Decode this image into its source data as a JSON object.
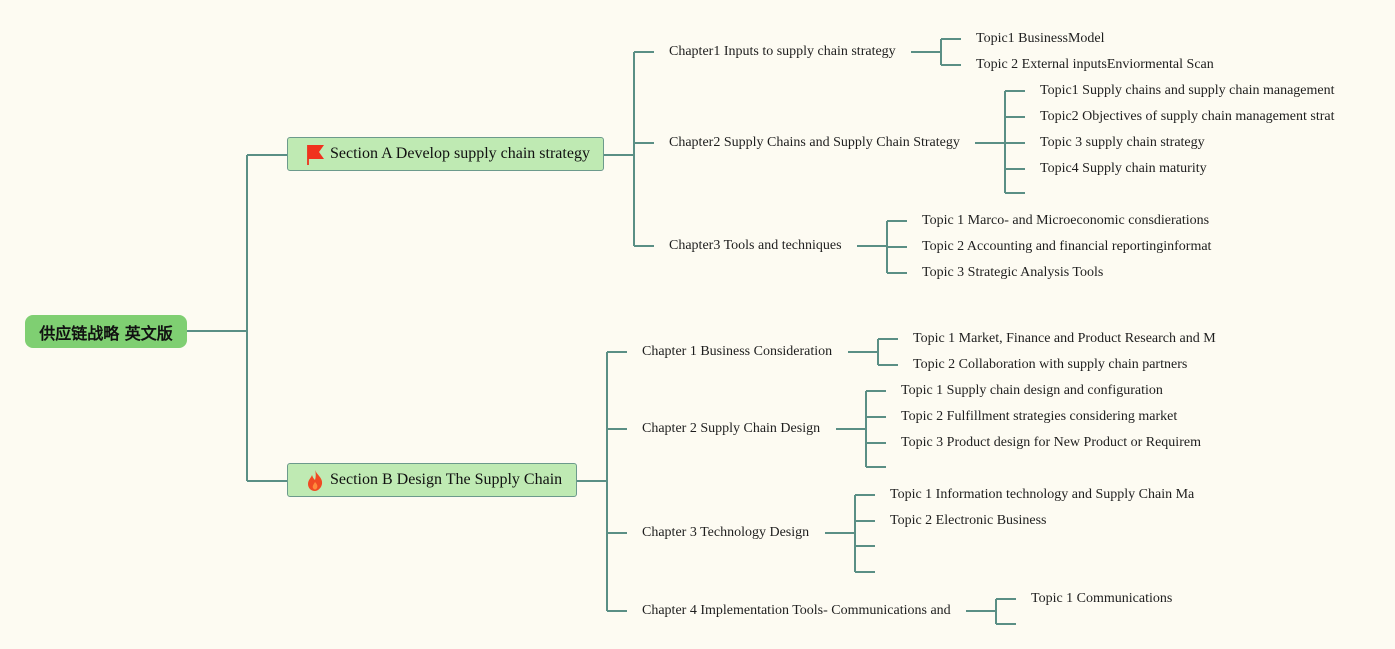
{
  "root": {
    "label": "供应链战略 英文版",
    "color": "#7fcf72"
  },
  "sections": [
    {
      "id": "secA",
      "label": "Section A Develop supply chain strategy",
      "icon": "flag-icon",
      "chapters": [
        {
          "label": "Chapter1 Inputs to supply chain strategy",
          "topics": [
            "Topic1 BusinessModel",
            "Topic 2 External inputsEnviormental Scan"
          ]
        },
        {
          "label": "Chapter2 Supply Chains and Supply Chain Strategy",
          "topics": [
            "Topic1 Supply chains and supply chain management",
            "Topic2 Objectives of supply chain management strat",
            "Topic 3 supply chain strategy",
            "Topic4 Supply chain maturity",
            ""
          ]
        },
        {
          "label": "Chapter3 Tools and techniques",
          "topics": [
            "Topic 1 Marco- and Microeconomic consdierations",
            "Topic 2 Accounting and financial reportinginformat",
            "Topic 3 Strategic Analysis Tools"
          ]
        }
      ]
    },
    {
      "id": "secB",
      "label": "Section B Design The Supply Chain",
      "icon": "fire-icon",
      "chapters": [
        {
          "label": "Chapter 1 Business Consideration",
          "topics": [
            "Topic 1 Market, Finance and Product Research and M",
            "Topic 2 Collaboration with supply chain partners"
          ]
        },
        {
          "label": "Chapter 2 Supply Chain Design",
          "topics": [
            "Topic 1 Supply chain design and configuration",
            "Topic 2 Fulfillment strategies considering market",
            "Topic 3 Product design for New Product or Requirem",
            ""
          ]
        },
        {
          "label": "Chapter 3 Technology Design",
          "topics": [
            "Topic 1 Information technology and Supply Chain Ma",
            "Topic 2 Electronic Business",
            "",
            ""
          ]
        },
        {
          "label": "Chapter 4 Implementation Tools- Communications and",
          "topics": [
            "Topic 1 Communications",
            ""
          ]
        }
      ]
    }
  ],
  "colors": {
    "connector": "#5a8f85",
    "section_fill": "#bfeab3",
    "background": "#fdfbf2"
  }
}
